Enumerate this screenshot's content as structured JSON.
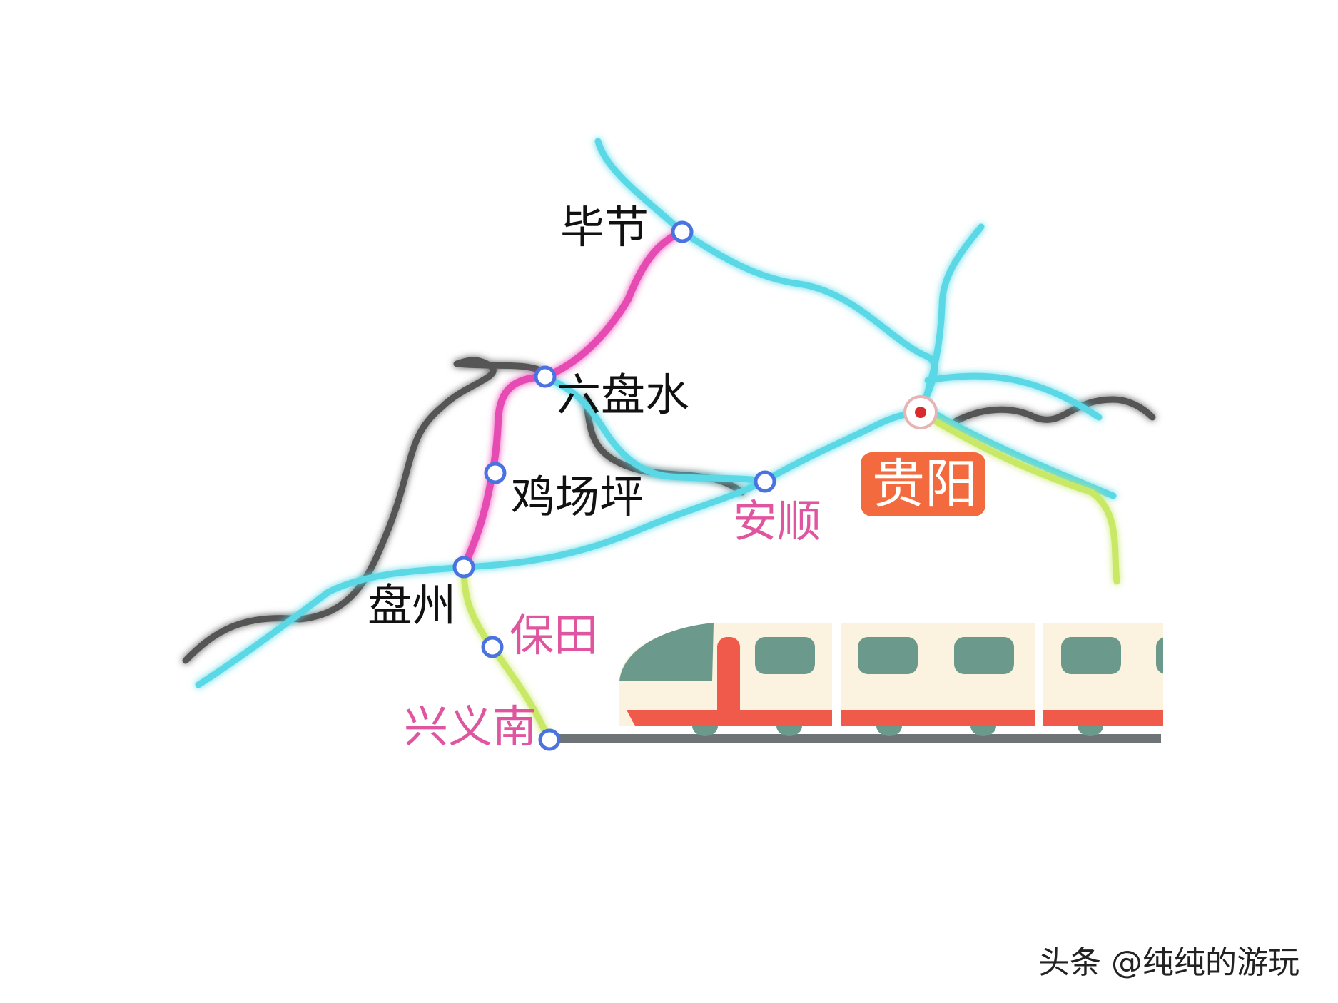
{
  "stations": {
    "bijie": "毕节",
    "liupanshui": "六盘水",
    "jichangping": "鸡场坪",
    "panzhou": "盘州",
    "baotian": "保田",
    "xingyinan": "兴义南",
    "anshun": "安顺",
    "guiyang": "贵阳"
  },
  "line_colors": {
    "existing_rail": "#5ad8e6",
    "featured_line": "#e64bb4",
    "connecting_line": "#c9e866",
    "other_rail": "#555555",
    "track": "#6e7375"
  },
  "hub_color": "#f26a3d",
  "train_colors": {
    "body": "#fbf3df",
    "stripe": "#ef5a4a",
    "window": "#6b9a8c"
  },
  "watermark": "头条 @纯纯的游玩"
}
